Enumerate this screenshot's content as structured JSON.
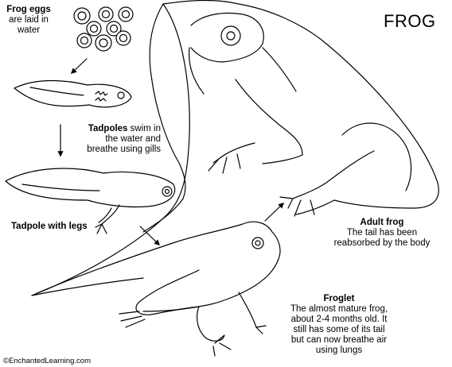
{
  "title": "FROG",
  "copyright": "©EnchantedLearning.com",
  "stages": {
    "eggs": {
      "name": "Frog eggs",
      "desc_1": "are laid in",
      "desc_2": "water"
    },
    "tadpole": {
      "name": "Tadpoles",
      "desc_1": " swim in",
      "desc_2": "the water and",
      "desc_3": "breathe using gills"
    },
    "legs": {
      "name": "Tadpole with legs"
    },
    "froglet": {
      "name": "Froglet",
      "desc_1": "The almost mature frog,",
      "desc_2": "about 2-4 months old. It",
      "desc_3": "still has some of its tail",
      "desc_4": "but can now breathe air",
      "desc_5": "using lungs"
    },
    "adult": {
      "name": "Adult frog",
      "desc_1": "The tail has been",
      "desc_2": "reabsorbed by the body"
    }
  },
  "colors": {
    "line": "#000000",
    "background": "#ffffff"
  }
}
